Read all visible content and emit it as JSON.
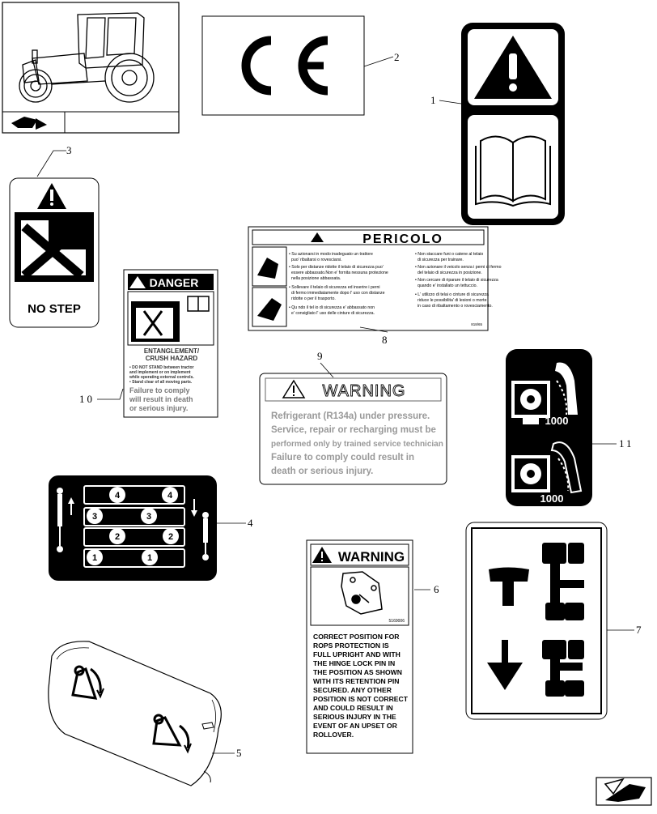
{
  "callouts": {
    "c1": "1",
    "c2": "2",
    "c3": "3",
    "c4": "4",
    "c5": "5",
    "c6": "6",
    "c7": "7",
    "c8": "8",
    "c9": "9",
    "c10": "10",
    "c11": "11"
  },
  "decal_3": {
    "text": "NO STEP"
  },
  "decal_10": {
    "header": "DANGER",
    "subheader_1": "ENTANGLEMENT/",
    "subheader_2": "CRUSH HAZARD",
    "lines": [
      "• DO NOT STAND between tractor",
      "and implement or on implement",
      "while operating external controls.",
      "• Stand clear of all moving parts.",
      "Failure to comply",
      "will result in death",
      "or serious injury."
    ]
  },
  "decal_8": {
    "header": "PERICOLO",
    "col1": [
      "• Su azionarsi in modo inadeguato un trattore",
      "puo' ribaltarsi o rovesciarsi.",
      "• Solo per distanze ridotte il telaio di sicurezza puo'",
      "essere abbassato.Non e' fornita nessuna protezione",
      "nella posizione abbassata.",
      "• Sollevare il telaio di sicurezza ed inserire i perni",
      "di fermo immediatamente dopo l' uso con distanze",
      "ridotte o per il trasporto.",
      "• Qu ndo il tel io di sicurezza e' abbassato non",
      "e' consigliato l' uso delle cinture di sicurezza."
    ],
    "col2": [
      "• Non staccare funi o catene al telaio",
      "di sicurezza per trainare.",
      "• Non azionare il veicolo senza i perni di fermo",
      "del telaio di sicurezza in posizione.",
      "• Non cercare di riparare il telaio di sicurezza",
      "quando e' installato un tettuccio.",
      "• L' utilizzo di telai o cinture di sicurezza",
      "riduce le possibilita' di lesioni o morte",
      "in caso di ribaltamento o rovesciamento."
    ],
    "code": "818/65"
  },
  "decal_9": {
    "header": "WARNING",
    "lines": [
      "Refrigerant (R134a) under pressure.",
      "Service, repair or recharging must be",
      "performed only by trained service technician",
      "Failure to comply could result in",
      "death or serious injury."
    ]
  },
  "decal_11": {
    "top_label": "1000",
    "bottom_label": "1000"
  },
  "decal_4": {
    "numbers": [
      "4",
      "4",
      "3",
      "3",
      "2",
      "2",
      "1",
      "1"
    ]
  },
  "decal_6": {
    "header": "WARNING",
    "code": "5169006",
    "lines": [
      "CORRECT POSITION FOR",
      "ROPS PROTECTION IS",
      "FULL UPRIGHT AND WITH",
      "THE HINGE LOCK PIN IN",
      "THE POSITION AS SHOWN",
      "WITH ITS RETENTION PIN",
      "SECURED. ANY OTHER",
      "POSITION IS NOT CORRECT",
      "AND COULD RESULT IN",
      "SERIOUS INJURY IN THE",
      "EVENT OF AN UPSET OR",
      "ROLLOVER."
    ]
  },
  "icons": {
    "reference": "tractor-reference-icon",
    "nav": "next-page-arrow-icon"
  }
}
